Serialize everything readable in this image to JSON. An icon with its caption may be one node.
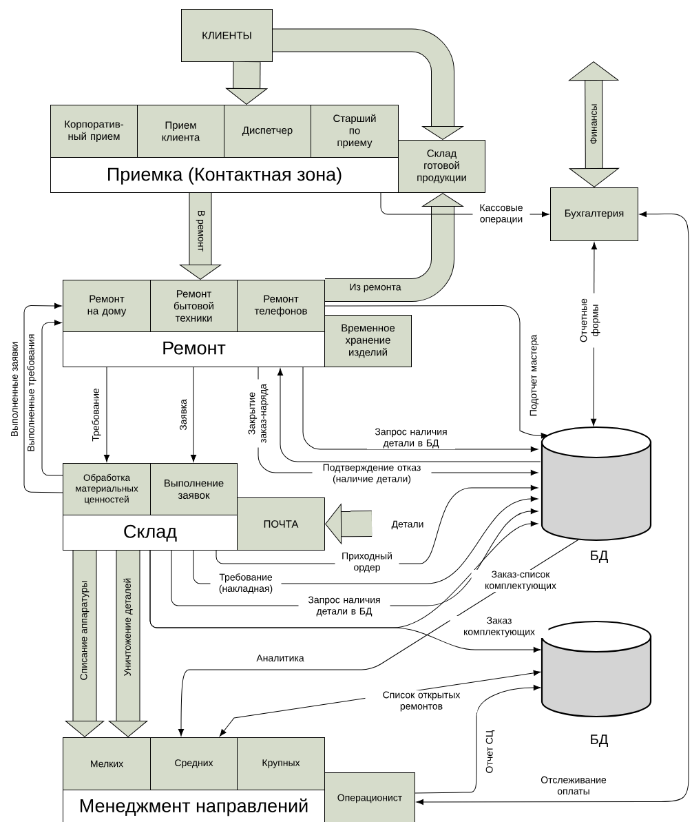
{
  "diagram": {
    "nodes": [
      {
        "text": [
          "КЛИЕНТЫ"
        ]
      },
      {
        "text": [
          "Приемка (Контактная зона)"
        ]
      },
      {
        "text": [
          "Корпоратив-ный прием"
        ]
      },
      {
        "text": [
          "Прием клиента"
        ]
      },
      {
        "text": [
          "Диспетчер"
        ]
      },
      {
        "text": [
          "Старший по приему"
        ]
      },
      {
        "text": [
          "Склад готовой продукции"
        ]
      },
      {
        "text": [
          "Бухгалтерия"
        ]
      },
      {
        "text": [
          "Ремонт"
        ]
      },
      {
        "text": [
          "Ремонт на дому"
        ]
      },
      {
        "text": [
          "Ремонт бытовой техники"
        ]
      },
      {
        "text": [
          "Ремонт телефонов"
        ]
      },
      {
        "text": [
          "Временное хранение изделий"
        ]
      },
      {
        "text": [
          "Склад"
        ]
      },
      {
        "text": [
          "Обработка материальных ценностей"
        ]
      },
      {
        "text": [
          "Выполнение заявок"
        ]
      },
      {
        "text": [
          "ПОЧТА"
        ]
      },
      {
        "text": [],
        "shape": "cylinder",
        "beside": [
          "БД"
        ]
      },
      {
        "text": [],
        "shape": "cylinder",
        "beside": [
          "БД"
        ]
      },
      {
        "text": [
          "Менеджмент направлений"
        ]
      },
      {
        "text": [
          "Мелких"
        ]
      },
      {
        "text": [
          "Средних"
        ]
      },
      {
        "text": [
          "Крупных"
        ]
      },
      {
        "text": [
          "Операционист"
        ]
      }
    ],
    "edges": [
      {
        "from": 0,
        "to": 4,
        "arrow": "to",
        "style": "thick"
      },
      {
        "from": 0,
        "to": 6,
        "arrow": "to",
        "style": "thick"
      },
      {
        "from": 1,
        "to": 10,
        "arrow": "to",
        "label": "В ремонт",
        "style": "thick"
      },
      {
        "from": 11,
        "to": 6,
        "arrow": "to",
        "label": "Из ремонта",
        "style": "thick"
      },
      {
        "from": 1,
        "to": 7,
        "arrow": "to",
        "label": "Кассовые операции"
      },
      {
        "from": null,
        "to": 7,
        "arrow": "both",
        "label": "Финансы",
        "style": "thick"
      },
      {
        "from": 7,
        "to": 17,
        "arrow": "both",
        "label": "Отчетные формы"
      },
      {
        "from": 11,
        "to": 17,
        "arrow": "to",
        "label": "Подотчет мастера"
      },
      {
        "from": 8,
        "to": 17,
        "arrow": "to",
        "label": "Запрос наличия детали в БД"
      },
      {
        "from": 17,
        "to": 8,
        "arrow": "to",
        "label": "Подтверждение отказ (наличие детали)"
      },
      {
        "from": 8,
        "to": 17,
        "arrow": "to",
        "label": "Закрытие заказ-наряда"
      },
      {
        "from": 8,
        "to": 14,
        "arrow": "to",
        "label": "Требование"
      },
      {
        "from": 8,
        "to": 15,
        "arrow": "to",
        "label": "Заявка"
      },
      {
        "from": 14,
        "to": 9,
        "arrow": "to",
        "label": "Выполненные требования"
      },
      {
        "from": 14,
        "to": 9,
        "arrow": "to",
        "label": "Выполненные заявки"
      },
      {
        "from": 13,
        "to": 17,
        "arrow": "to",
        "label": "Приходный ордер"
      },
      {
        "from": 13,
        "to": 17,
        "arrow": "to",
        "label": "Требование (накладная)"
      },
      {
        "from": 13,
        "to": 17,
        "arrow": "to",
        "label": "Запрос наличия детали в БД"
      },
      {
        "from": 13,
        "to": 17,
        "arrow": "to",
        "label": "Заказ-список комплектующих"
      },
      {
        "from": 13,
        "to": 18,
        "arrow": "to",
        "label": "Заказ комплектующих"
      },
      {
        "from": 17,
        "to": 21,
        "arrow": "to",
        "label": "Аналитика"
      },
      {
        "from": 21,
        "to": 18,
        "arrow": "both",
        "label": "Список открытых ремонтов"
      },
      {
        "from": 23,
        "to": 18,
        "arrow": "to",
        "label": "Отчет СЦ"
      },
      {
        "from": 7,
        "to": 23,
        "arrow": "both",
        "label": "Отслеживание оплаты"
      },
      {
        "from": 13,
        "to": 20,
        "arrow": "to",
        "label": "Списание аппаратуры",
        "style": "thick"
      },
      {
        "from": 13,
        "to": 20,
        "arrow": "to",
        "label": "Уничтожение деталей",
        "style": "thick"
      },
      {
        "from": null,
        "to": 16,
        "arrow": "to",
        "label": "Детали",
        "style": "thick"
      }
    ]
  }
}
